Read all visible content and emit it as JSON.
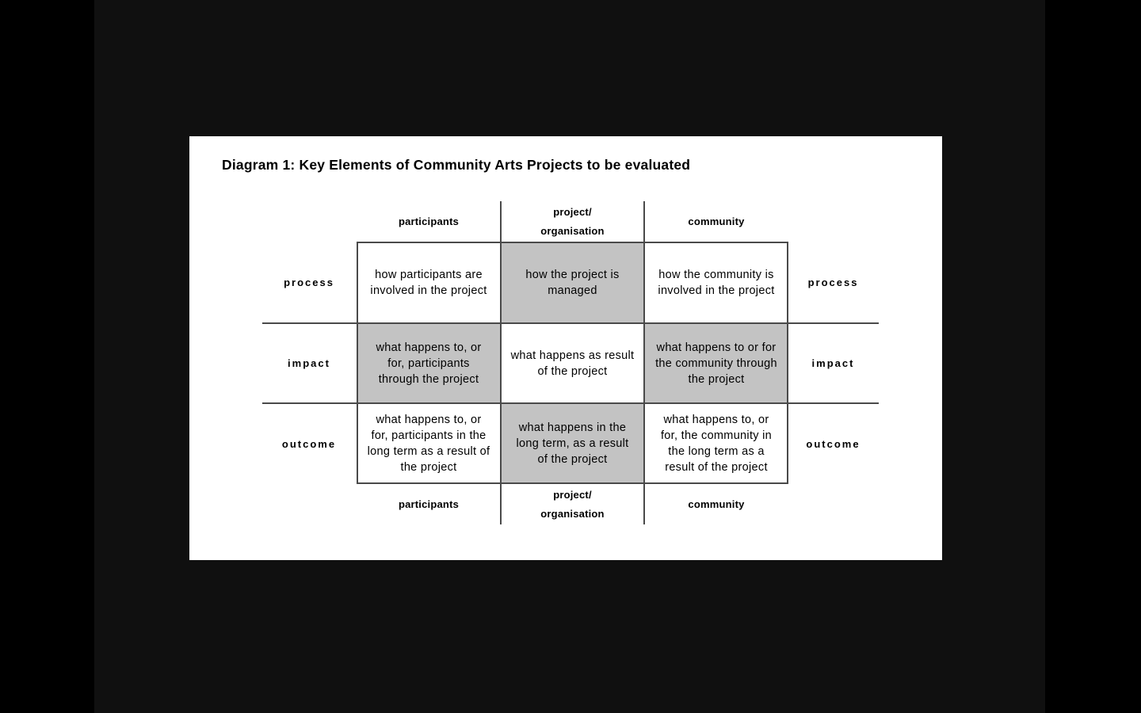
{
  "colors": {
    "frame": "#000000",
    "canvas_band": "#101010",
    "page_bg": "#ffffff",
    "text": "#000000",
    "line": "#4a4a4a",
    "shaded_cell": "#c3c3c3"
  },
  "page": {
    "title": "Diagram 1: Key Elements of Community Arts Projects to be evaluated"
  },
  "matrix": {
    "columns": [
      {
        "label": "participants"
      },
      {
        "label": "project/\norganisation"
      },
      {
        "label": "community"
      }
    ],
    "rows": [
      {
        "label": "process",
        "cells": [
          {
            "text": "how participants are involved in the project",
            "shaded": false
          },
          {
            "text": "how the project is managed",
            "shaded": true
          },
          {
            "text": "how the community is involved in the project",
            "shaded": false
          }
        ]
      },
      {
        "label": "impact",
        "cells": [
          {
            "text": "what happens to, or for, participants through the project",
            "shaded": true
          },
          {
            "text": "what happens as result of the project",
            "shaded": false
          },
          {
            "text": "what happens to or for the community through the project",
            "shaded": true
          }
        ]
      },
      {
        "label": "outcome",
        "cells": [
          {
            "text": "what happens to, or for, participants in the long term as a result of the project",
            "shaded": false
          },
          {
            "text": "what happens in the long term, as a result of the project",
            "shaded": true
          },
          {
            "text": "what happens to, or for, the community in the long term as a result of the project",
            "shaded": false
          }
        ]
      }
    ]
  }
}
